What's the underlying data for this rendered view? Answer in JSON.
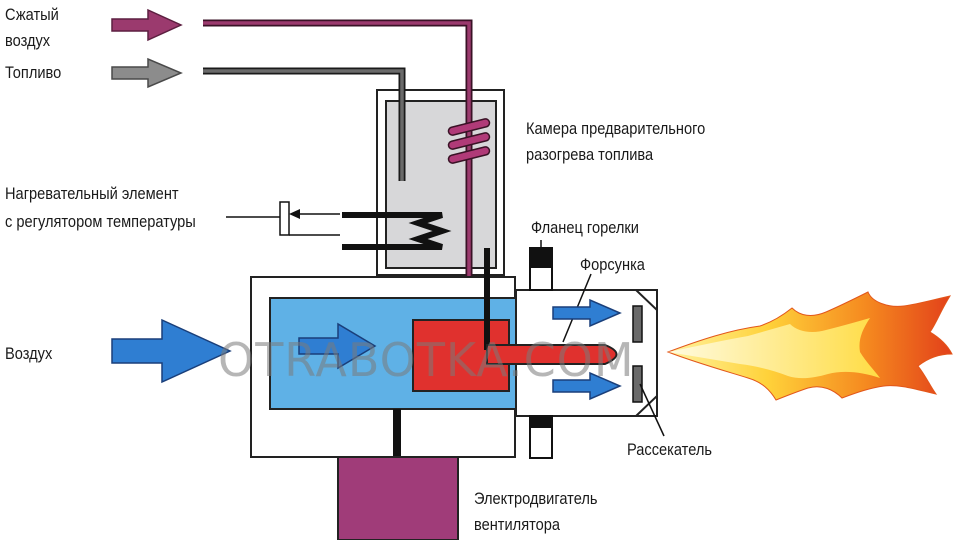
{
  "labels": {
    "compressed_air_line1": "Сжатый",
    "compressed_air_line2": "воздух",
    "fuel": "Топливо",
    "preheat_chamber_line1": "Камера предварительного",
    "preheat_chamber_line2": "разогрева топлива",
    "heater_line1": "Нагревательный элемент",
    "heater_line2": "с регулятором температуры",
    "burner_flange": "Фланец горелки",
    "nozzle": "Форсунка",
    "air": "Воздух",
    "diffuser": "Рассекатель",
    "fan_motor_line1": "Электродвигатель",
    "fan_motor_line2": "вентилятора"
  },
  "watermark": "OTRABOTKA.COM",
  "colors": {
    "compressed_air_line": "#9b3a6e",
    "fuel_line": "#666666",
    "chamber_fill": "#d7d7d9",
    "air_box": "#5fb1e6",
    "air_arrow": "#2f7ed2",
    "nozzle_block": "#e0312e",
    "motor": "#a03c79",
    "flame_outer": "#f07a1e",
    "flame_inner": "#ffe25c"
  }
}
